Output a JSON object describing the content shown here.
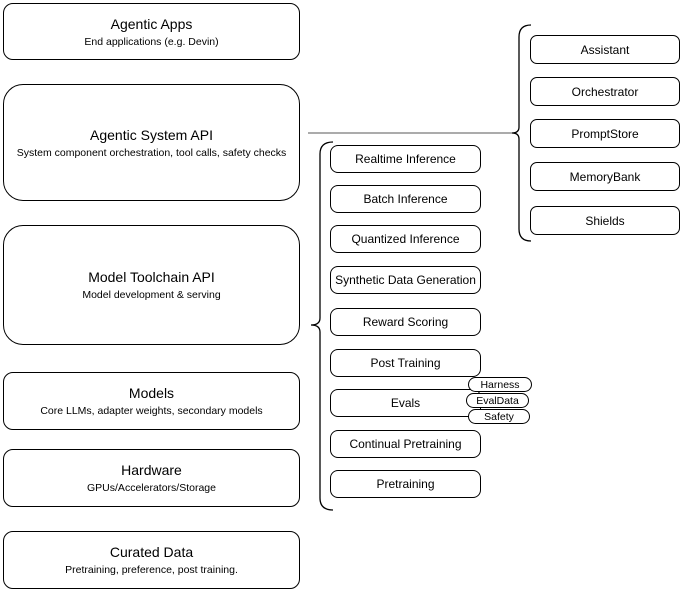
{
  "diagram": {
    "left_stack": [
      {
        "title": "Agentic Apps",
        "subtitle": "End applications (e.g. Devin)"
      },
      {
        "title": "Agentic System API",
        "subtitle": "System component orchestration, tool calls, safety checks"
      },
      {
        "title": "Model Toolchain API",
        "subtitle": "Model development & serving"
      },
      {
        "title": "Models",
        "subtitle": "Core LLMs, adapter weights, secondary models"
      },
      {
        "title": "Hardware",
        "subtitle": "GPUs/Accelerators/Storage"
      },
      {
        "title": "Curated Data",
        "subtitle": "Pretraining, preference, post training."
      }
    ],
    "toolchain_items": [
      "Realtime Inference",
      "Batch Inference",
      "Quantized Inference",
      "Synthetic Data Generation",
      "Reward Scoring",
      "Post Training",
      "Evals",
      "Continual Pretraining",
      "Pretraining"
    ],
    "eval_tags": [
      "Harness",
      "EvalData",
      "Safety"
    ],
    "system_components": [
      "Assistant",
      "Orchestrator",
      "PromptStore",
      "MemoryBank",
      "Shields"
    ],
    "colors": {
      "stroke": "#000000",
      "connector": "#8f8f8f",
      "fill": "#ffffff"
    }
  }
}
